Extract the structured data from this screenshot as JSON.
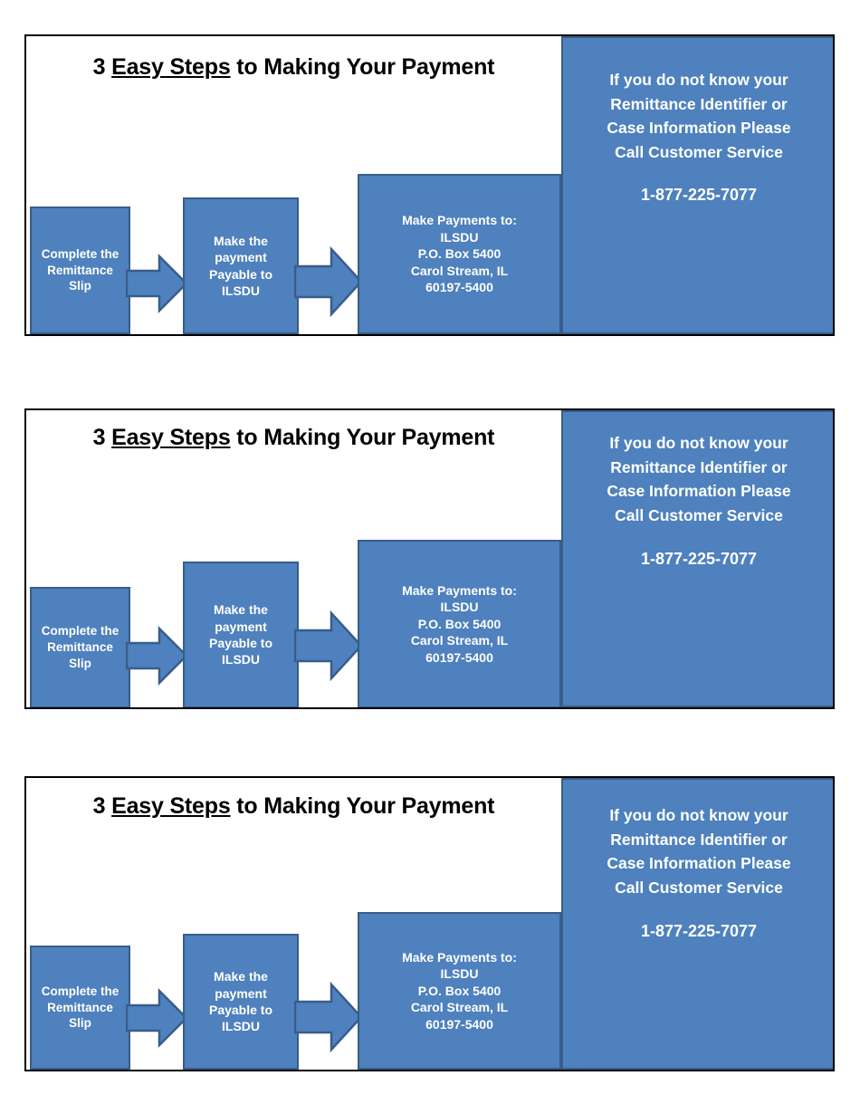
{
  "colors": {
    "box_fill": "#4E81BD",
    "box_border": "#385D8A",
    "panel_fill": "#4E81BD",
    "frame_border": "#000000",
    "text_on_blue": "#FFFFFF",
    "title_text": "#000000"
  },
  "card": {
    "title": {
      "lead": "3 ",
      "underlined": "Easy Steps",
      "trail": " to Making Your Payment",
      "full": "3 Easy Steps to Making Your Payment"
    },
    "steps": [
      {
        "index": "1",
        "name": "complete-remittance-slip",
        "lines": [
          "Complete the",
          "Remittance",
          "Slip"
        ]
      },
      {
        "index": "2",
        "name": "make-payment-payable",
        "lines": [
          "Make the",
          "payment",
          "Payable to",
          "ILSDU"
        ]
      },
      {
        "index": "3",
        "name": "mailing-address",
        "lines": [
          "Make Payments to:",
          "ILSDU",
          "P.O. Box 5400",
          "Carol Stream, IL",
          "60197-5400"
        ]
      }
    ],
    "arrows": [
      {
        "name": "arrow-step1-to-step2",
        "direction": "right"
      },
      {
        "name": "arrow-step2-to-step3",
        "direction": "right"
      }
    ],
    "info_panel": {
      "lines": [
        "If you do not know your",
        "Remittance Identifier or",
        "Case Information Please",
        "Call Customer Service"
      ],
      "phone": "1-877-225-7077"
    }
  }
}
